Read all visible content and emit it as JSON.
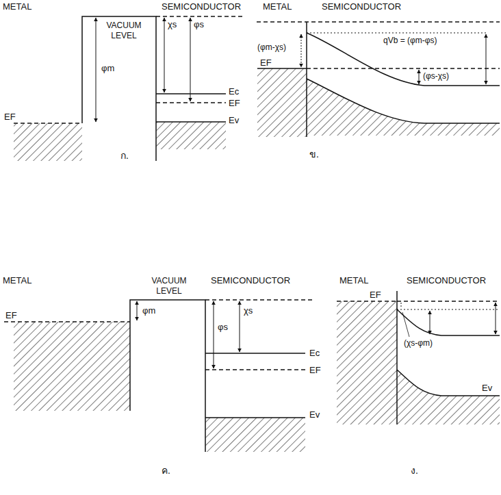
{
  "diagram": {
    "labels": [
      "METAL",
      "VACUUM LEVEL",
      "SEMICONDUCTOR",
      "χs",
      "φs",
      "φm",
      "EF",
      "Ec",
      "EF",
      "Ev",
      "ก.",
      "METAL",
      "SEMICONDUCTOR",
      "(φm-χs)",
      "qVb = (φm-φs)",
      "EF",
      "(φs-χs)",
      "ข.",
      "METAL",
      "VACUUM LEVEL",
      "SEMICONDUCTOR",
      "φm",
      "φs",
      "χs",
      "EF",
      "Ec",
      "EF",
      "Ev",
      "ค.",
      "METAL",
      "SEMICONDUCTOR",
      "EF",
      "(χs-φm)",
      "Ev",
      "ง."
    ]
  }
}
